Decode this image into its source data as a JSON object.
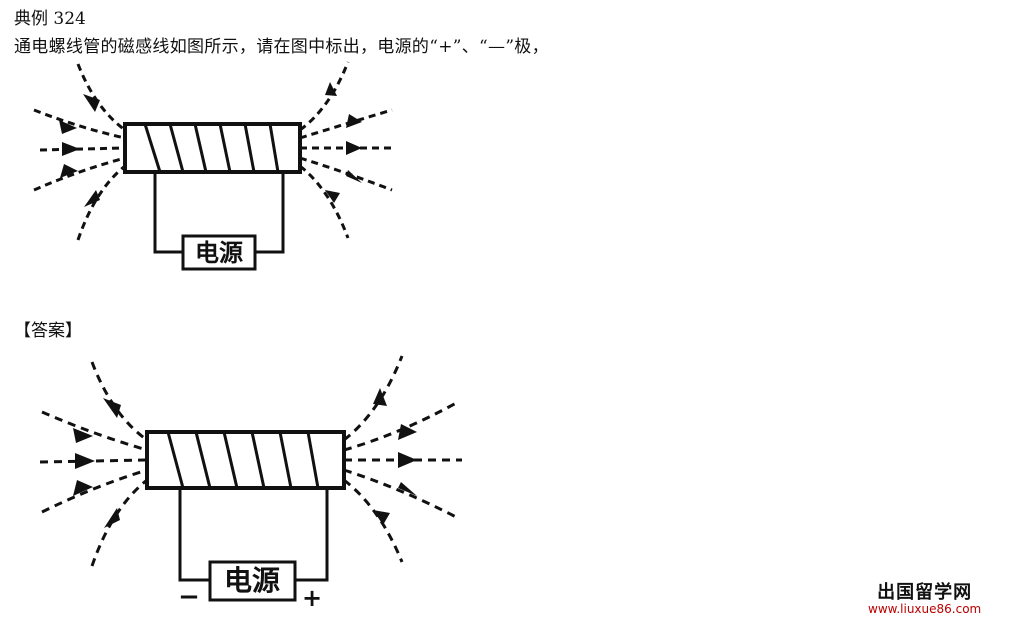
{
  "problem": {
    "title": "典例 324",
    "question": "通电螺线管的磁感线如图所示，请在图中标出，电源的“+”、“—”极，"
  },
  "answer": {
    "heading": "【答案】"
  },
  "figure_question": {
    "power_label": "电源"
  },
  "figure_answer": {
    "power_label": "电源",
    "minus_label": "−",
    "plus_label": "+"
  },
  "watermark": {
    "text": "出国留学网",
    "url": "www.liuxue86.com"
  }
}
